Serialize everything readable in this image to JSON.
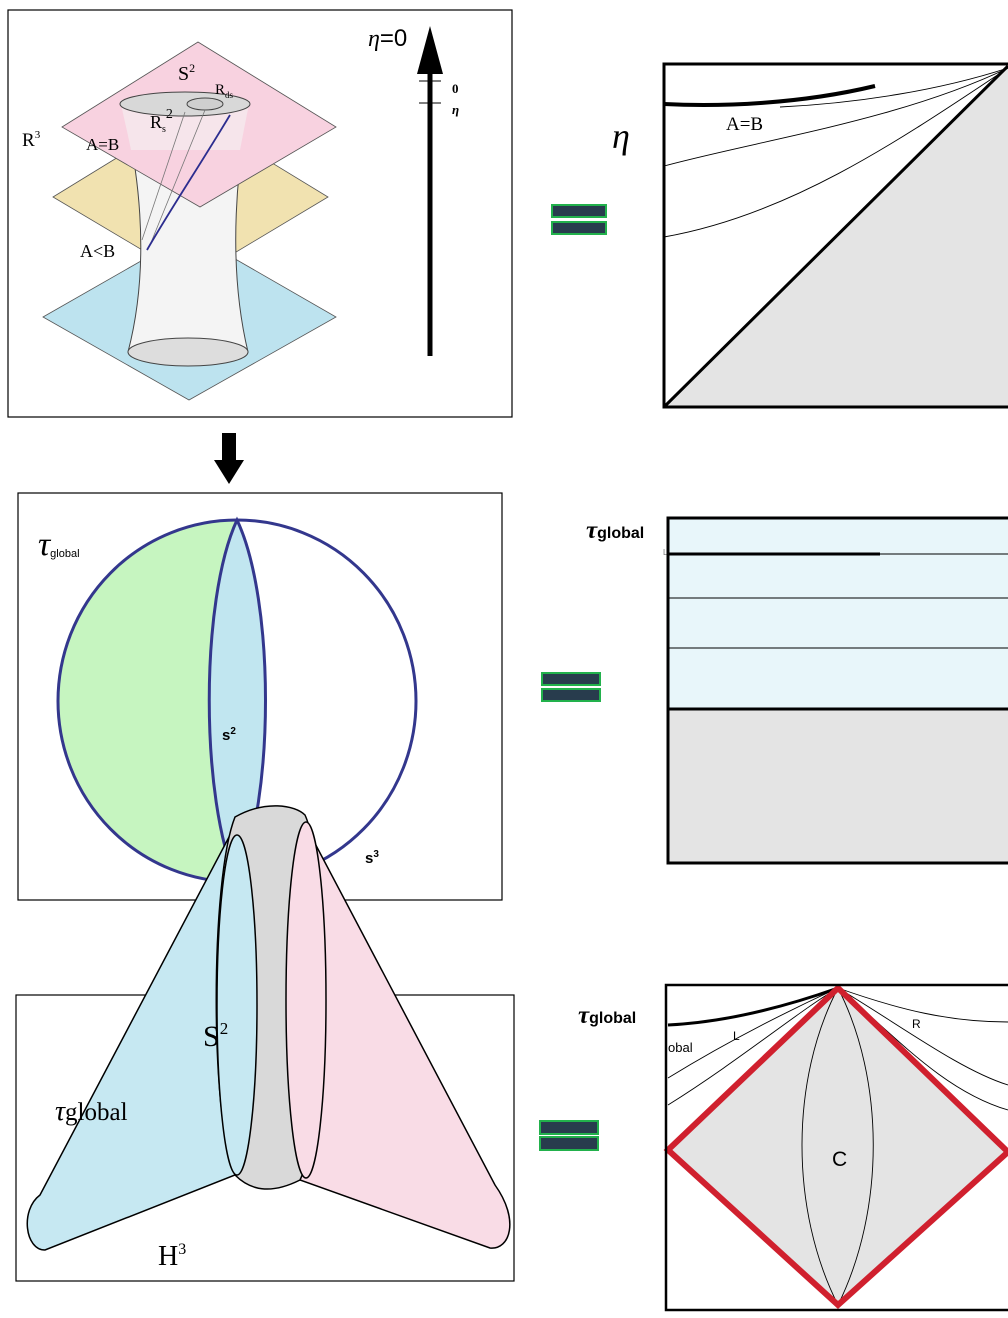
{
  "colors": {
    "panel_border": "#000000",
    "plane_pink": "#f8d2e0",
    "plane_tan": "#f1e2b0",
    "plane_blue": "#bde3ef",
    "sphere_green": "#c6f5c0",
    "lens_blue": "#c1e6f0",
    "circle_blue": "#33378d",
    "band_light_blue": "#e8f6fa",
    "region_gray": "#e4e4e4",
    "diamond_red": "#d0202e",
    "equals_fill": "#283c4d",
    "equals_outline": "#22b14c",
    "wormhole_blue": "#c6e8f2",
    "wormhole_pink": "#f9dce6",
    "neck_gray": "#d9d9d9"
  },
  "panel1": {
    "s2": "S",
    "s2_sup": "2",
    "rds": "R",
    "rds_sub": "ds",
    "r3": "R",
    "r3_sup": "3",
    "rs": "R",
    "rs_sub": "s",
    "rs_sup": "2",
    "a_eq_b": "A=B",
    "a_lt_b": "A<B",
    "eta_zero": "=0",
    "eta_symbol": "η",
    "tick_zero": "0",
    "tick_eta": "η"
  },
  "panel2": {
    "eta": "η",
    "a_eq_b": "A=B"
  },
  "panel3": {
    "tau": "τ",
    "tau_sub": "global",
    "s2": "s",
    "s2_sup": "2",
    "s3": "s",
    "s3_sup": "3"
  },
  "panel4": {
    "tau": "τ",
    "tau_sub": "global",
    "small_label": "L"
  },
  "panel5": {
    "s2": "S",
    "s2_sup": "2",
    "tau": "τ",
    "tau_sub": "global",
    "h3": "H",
    "h3_sup": "3"
  },
  "panel6": {
    "tau": "τ",
    "tau_sub": "global",
    "clipped_label": "obal",
    "l": "L",
    "r": "R",
    "c": "C"
  }
}
